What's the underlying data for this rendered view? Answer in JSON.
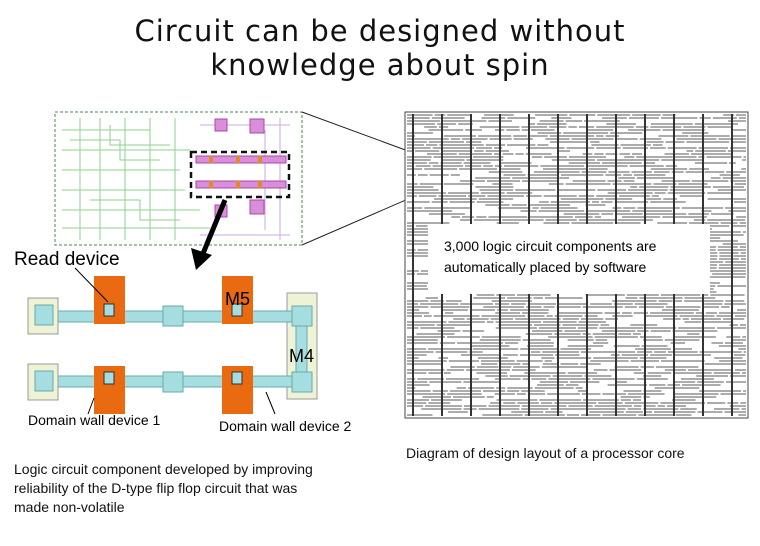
{
  "title": {
    "line1": "Circuit can be designed without",
    "line2": "knowledge about spin"
  },
  "labels": {
    "read_device": "Read device",
    "m5": "M5",
    "m4": "M4",
    "dw1": "Domain wall device 1",
    "dw2": "Domain wall device 2"
  },
  "callout": {
    "line1": "3,000 logic circuit components are",
    "line2": "automatically placed by software"
  },
  "captions": {
    "left_line1": "Logic circuit component developed by improving",
    "left_line2": "reliability of the D-type flip flop circuit that was",
    "left_line3": "made non-volatile",
    "right": "Diagram of design layout of a processor core"
  },
  "colors": {
    "orange": "#ea6a12",
    "cyan": "#a6dde0",
    "pad": "#eef3d6",
    "magenta": "#cc66cc",
    "layout_gray": "#555555"
  }
}
